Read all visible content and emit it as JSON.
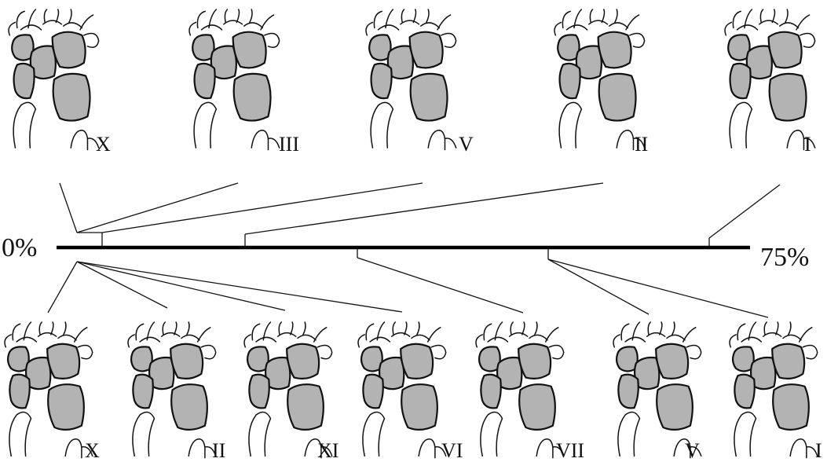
{
  "scale": {
    "min_label": "0%",
    "max_label": "75%"
  },
  "top_row": [
    {
      "label": "X"
    },
    {
      "label": "III"
    },
    {
      "label": "V"
    },
    {
      "label": "II"
    },
    {
      "label": "I"
    }
  ],
  "bottom_row": [
    {
      "label": "X"
    },
    {
      "label": "II"
    },
    {
      "label": "XI"
    },
    {
      "label": "VI"
    },
    {
      "label": "VII"
    },
    {
      "label": "V"
    },
    {
      "label": "I"
    }
  ],
  "colors": {
    "bone_fill": "#b3b3b3",
    "ink": "#111111",
    "background": "#ffffff"
  }
}
